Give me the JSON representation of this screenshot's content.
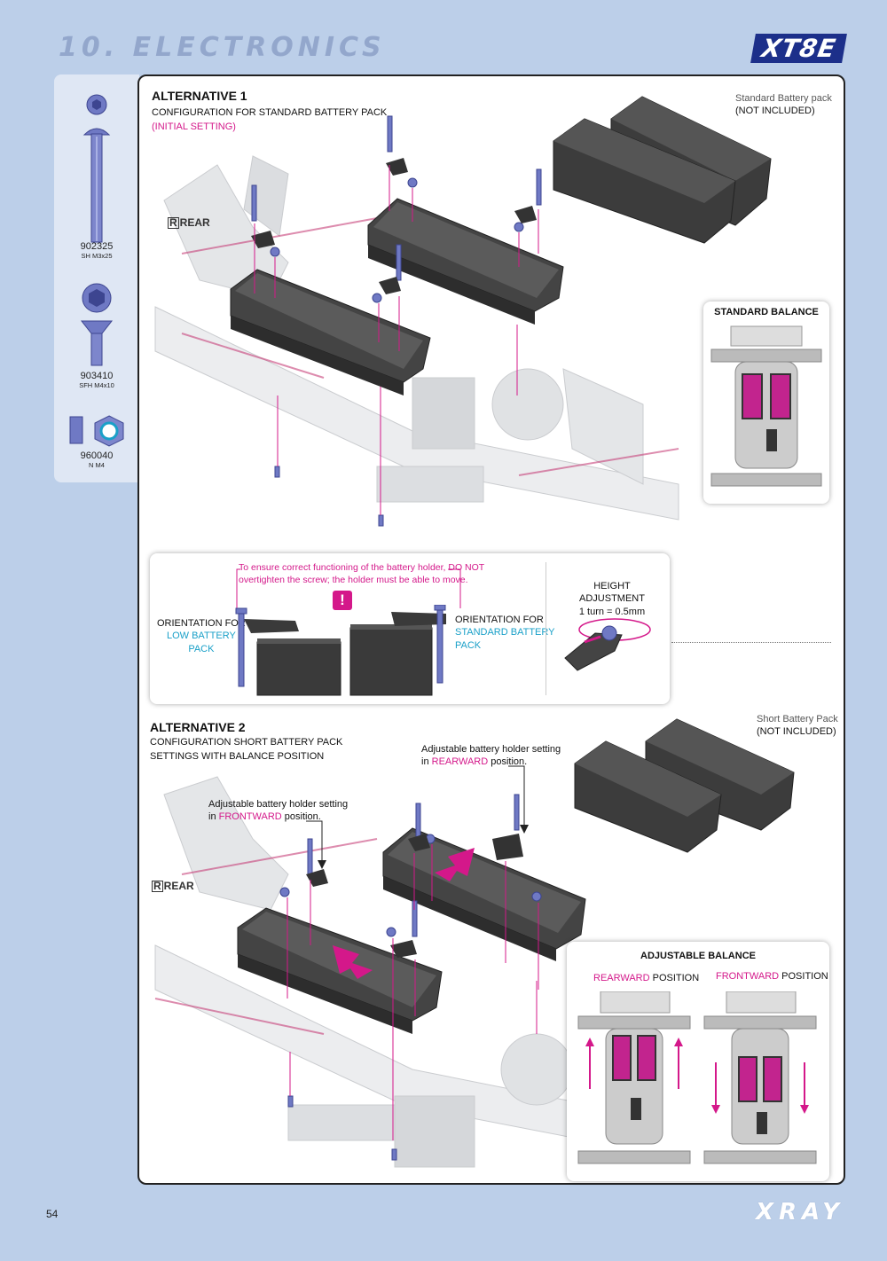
{
  "header": {
    "title": "10. ELECTRONICS",
    "model_logo": "XT8E"
  },
  "footer": {
    "page_number": "54",
    "brand_logo": "XRAY"
  },
  "parts": [
    {
      "code": "902325",
      "desc": "SH M3x25"
    },
    {
      "code": "903410",
      "desc": "SFH M4x10"
    },
    {
      "code": "960040",
      "desc": "N M4"
    }
  ],
  "alt1": {
    "title": "ALTERNATIVE 1",
    "subtitle": "CONFIGURATION FOR STANDARD BATTERY PACK",
    "note": "(INITIAL SETTING)",
    "rear_label": "REAR",
    "pack_label_1": "Standard Battery pack",
    "pack_label_2": "(NOT INCLUDED)",
    "balance_title": "STANDARD BALANCE"
  },
  "info": {
    "warning_line1": "To ensure correct functioning of the battery holder, DO NOT",
    "warning_line2": "overtighten the screw; the holder must be able to move.",
    "warning_mark": "!",
    "orient_low_1": "ORIENTATION FOR",
    "orient_low_2": "LOW BATTERY",
    "orient_low_3": "PACK",
    "orient_std_1": "ORIENTATION FOR",
    "orient_std_2": "STANDARD BATTERY",
    "orient_std_3": "PACK",
    "height_title": "HEIGHT ADJUSTMENT",
    "height_value": "1 turn = 0.5mm"
  },
  "alt2": {
    "title": "ALTERNATIVE 2",
    "subtitle_1": "CONFIGURATION SHORT BATTERY PACK",
    "subtitle_2": "SETTINGS WITH BALANCE POSITION",
    "rear_label": "REAR",
    "pack_label_1": "Short Battery Pack",
    "pack_label_2": "(NOT INCLUDED)",
    "rearward_line1": "Adjustable battery holder setting",
    "rearward_in": "in",
    "rearward_word": "REARWARD",
    "rearward_end": "position.",
    "frontward_line1": "Adjustable battery holder setting",
    "frontward_in": "in",
    "frontward_word": "FRONTWARD",
    "frontward_end": "position.",
    "balance_title": "ADJUSTABLE BALANCE",
    "rearward_pos_word": "REARWARD",
    "rearward_pos": "POSITION",
    "frontward_pos_word": "FRONTWARD",
    "frontward_pos": "POSITION"
  },
  "colors": {
    "accent": "#d4188a",
    "cyan": "#1aa0c8",
    "page_bg": "#bccfe9",
    "screw": "#6f79c4"
  }
}
